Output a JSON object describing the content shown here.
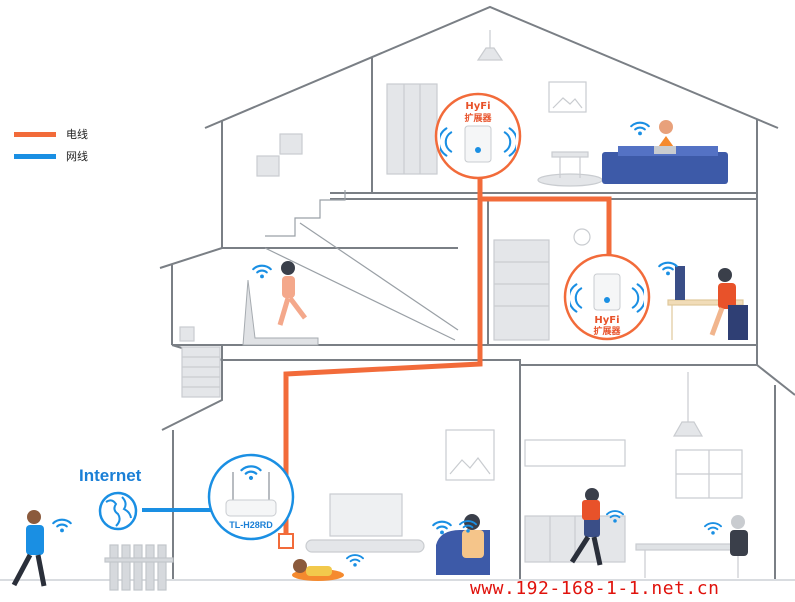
{
  "legend": [
    {
      "label": "电线",
      "color": "#f26b3a"
    },
    {
      "label": "网线",
      "color": "#1a8fe3"
    }
  ],
  "extenders": [
    {
      "title": "HyFi",
      "subtitle": "扩展器"
    },
    {
      "title": "HyFi",
      "subtitle": "扩展器"
    }
  ],
  "router": {
    "label": "TL-H28RD"
  },
  "internet": {
    "label": "Internet"
  },
  "watermark": "www.192-168-1-1.net.cn",
  "colors": {
    "power_line": "#f26b3a",
    "network_cable": "#1a8fe3",
    "wifi": "#1a8fe3",
    "house_outline": "#7a7f85",
    "furniture": "#d9dce0"
  }
}
